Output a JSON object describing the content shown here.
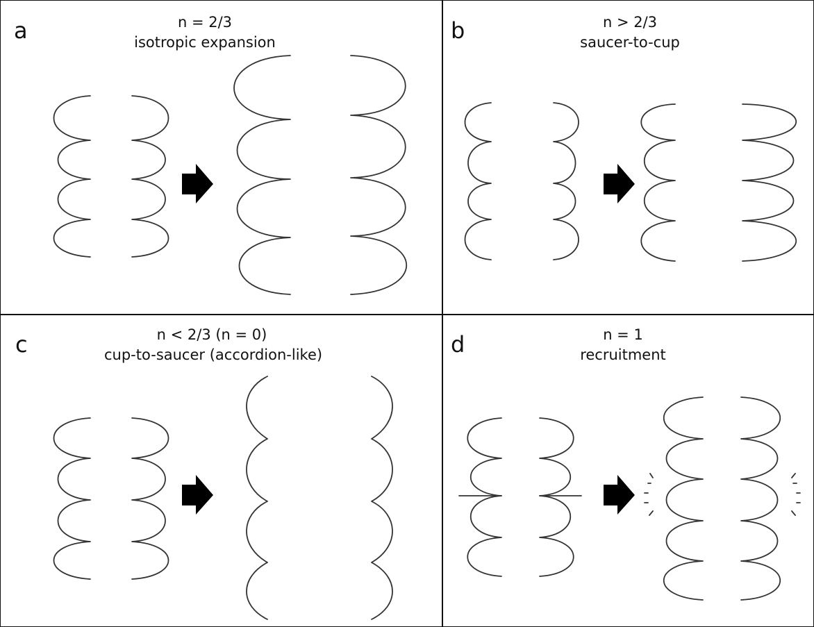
{
  "panels": {
    "a": {
      "letter": "a",
      "formula": "n = 2/3",
      "label": "isotropic expansion"
    },
    "b": {
      "letter": "b",
      "formula": "n > 2/3",
      "label": "saucer-to-cup"
    },
    "c": {
      "letter": "c",
      "formula": "n < 2/3 (n = 0)",
      "label": "cup-to-saucer (accordion-like)"
    },
    "d": {
      "letter": "d",
      "formula": "n = 1",
      "label": "recruitment"
    }
  },
  "colors": {
    "line": "#333333",
    "arrow": "#000000",
    "border": "#111111"
  },
  "icons": {
    "transition": "right-arrow-icon"
  }
}
